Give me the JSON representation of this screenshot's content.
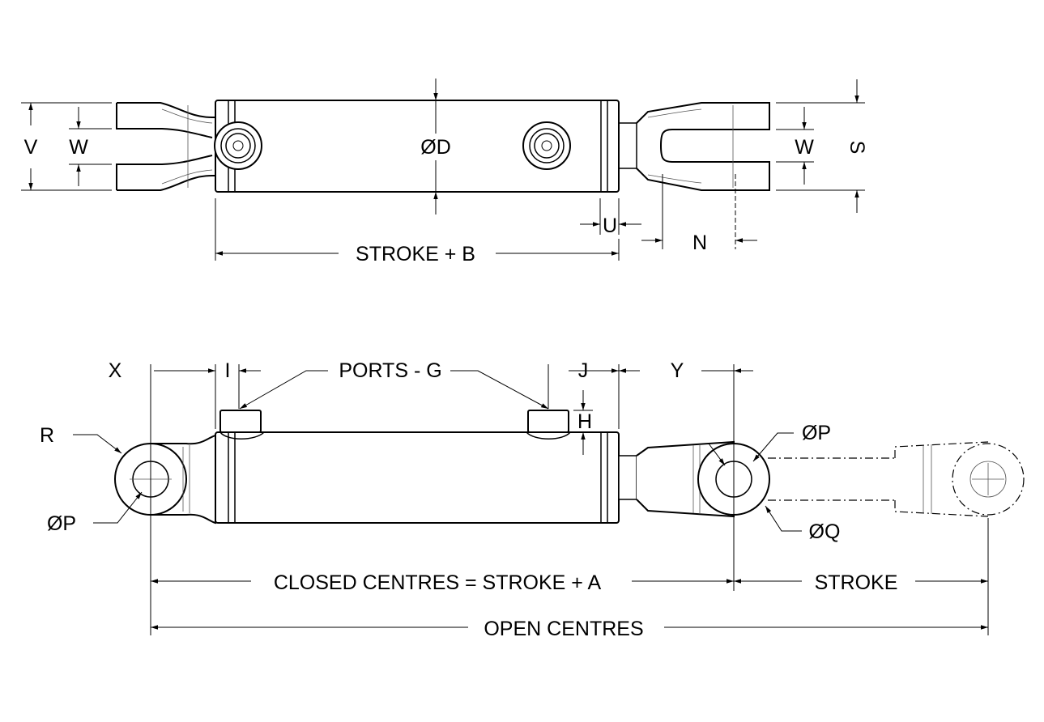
{
  "top_view": {
    "labels": {
      "v": "V",
      "w_left": "W",
      "d": "ØD",
      "w_right": "W",
      "s": "S",
      "u": "U",
      "n": "N",
      "stroke_b": "STROKE + B"
    }
  },
  "side_view": {
    "labels": {
      "x": "X",
      "i": "I",
      "ports": "PORTS - G",
      "j": "J",
      "y": "Y",
      "h": "H",
      "r": "R",
      "p_left": "ØP",
      "p_right": "ØP",
      "q": "ØQ",
      "closed_centres": "CLOSED CENTRES = STROKE + A",
      "stroke": "STROKE",
      "open_centres": "OPEN CENTRES"
    }
  }
}
